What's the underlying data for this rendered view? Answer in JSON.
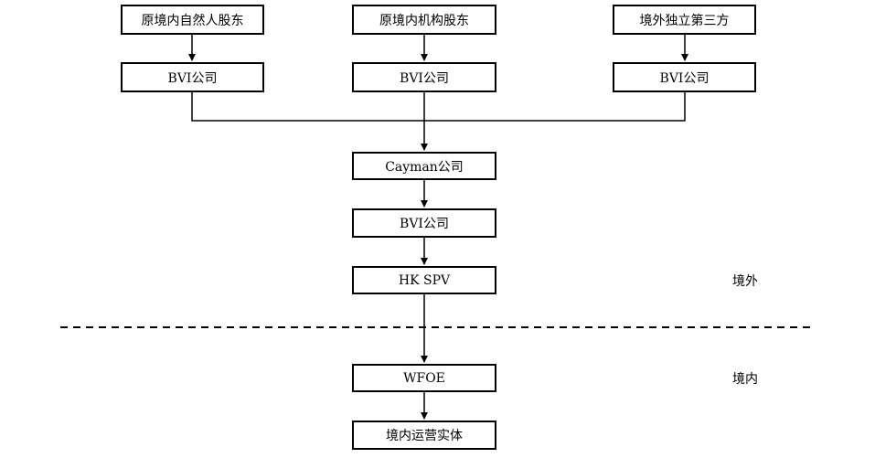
{
  "nodes": {
    "shareholder_person": "原境内自然人股东",
    "shareholder_institution": "原境内机构股东",
    "third_party": "境外独立第三方",
    "bvi_left": "BVI公司",
    "bvi_mid": "BVI公司",
    "bvi_right": "BVI公司",
    "cayman": "Cayman公司",
    "bvi_lower": "BVI公司",
    "hk_spv": "HK SPV",
    "wfoe": "WFOE",
    "domestic_entity": "境内运营实体"
  },
  "zones": {
    "offshore": "境外",
    "onshore": "境内"
  }
}
